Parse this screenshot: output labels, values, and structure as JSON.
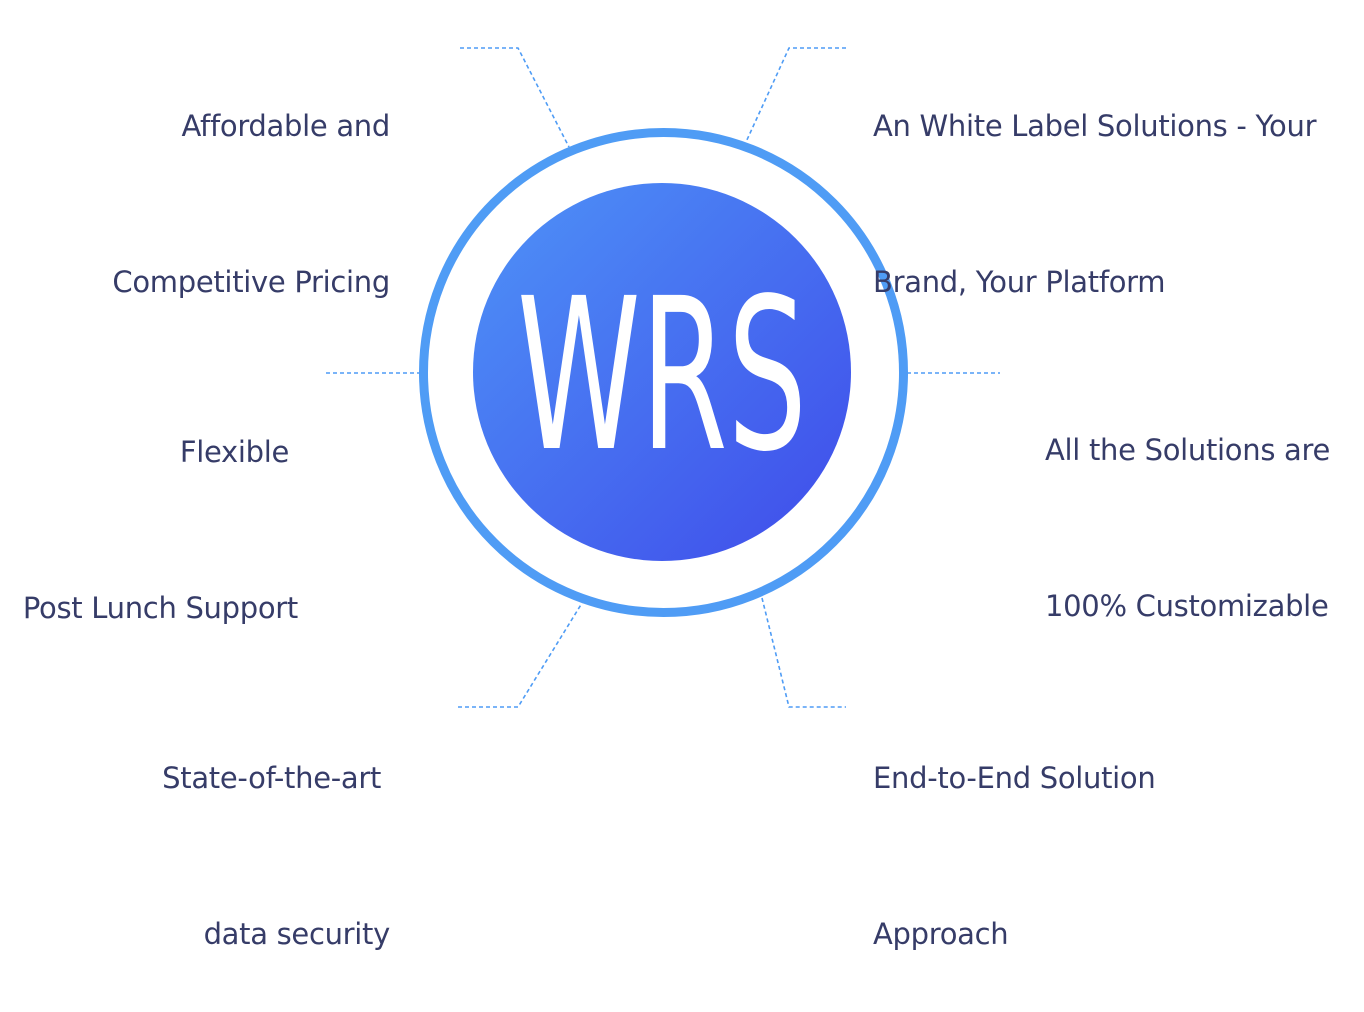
{
  "center": {
    "label": "WRS",
    "gradient_start": "#4e93f7",
    "gradient_end": "#3f4bea",
    "ring_color": "#4f9cf5",
    "text_color": "#ffffff"
  },
  "connector_color": "#4f9cf5",
  "text_color": "#363c68",
  "features": [
    {
      "id": "top-left",
      "lines": [
        "Affordable and",
        "Competitive Pricing"
      ]
    },
    {
      "id": "top-right",
      "lines": [
        "An White Label Solutions - Your",
        "Brand, Your Platform"
      ]
    },
    {
      "id": "middle-left",
      "lines": [
        "Flexible ",
        "Post Lunch Support"
      ]
    },
    {
      "id": "middle-right",
      "lines": [
        "All the Solutions are",
        "100% Customizable"
      ]
    },
    {
      "id": "bottom-left",
      "lines": [
        "State-of-the-art ",
        "data security"
      ]
    },
    {
      "id": "bottom-right",
      "lines": [
        "End-to-End Solution",
        "Approach"
      ]
    }
  ]
}
